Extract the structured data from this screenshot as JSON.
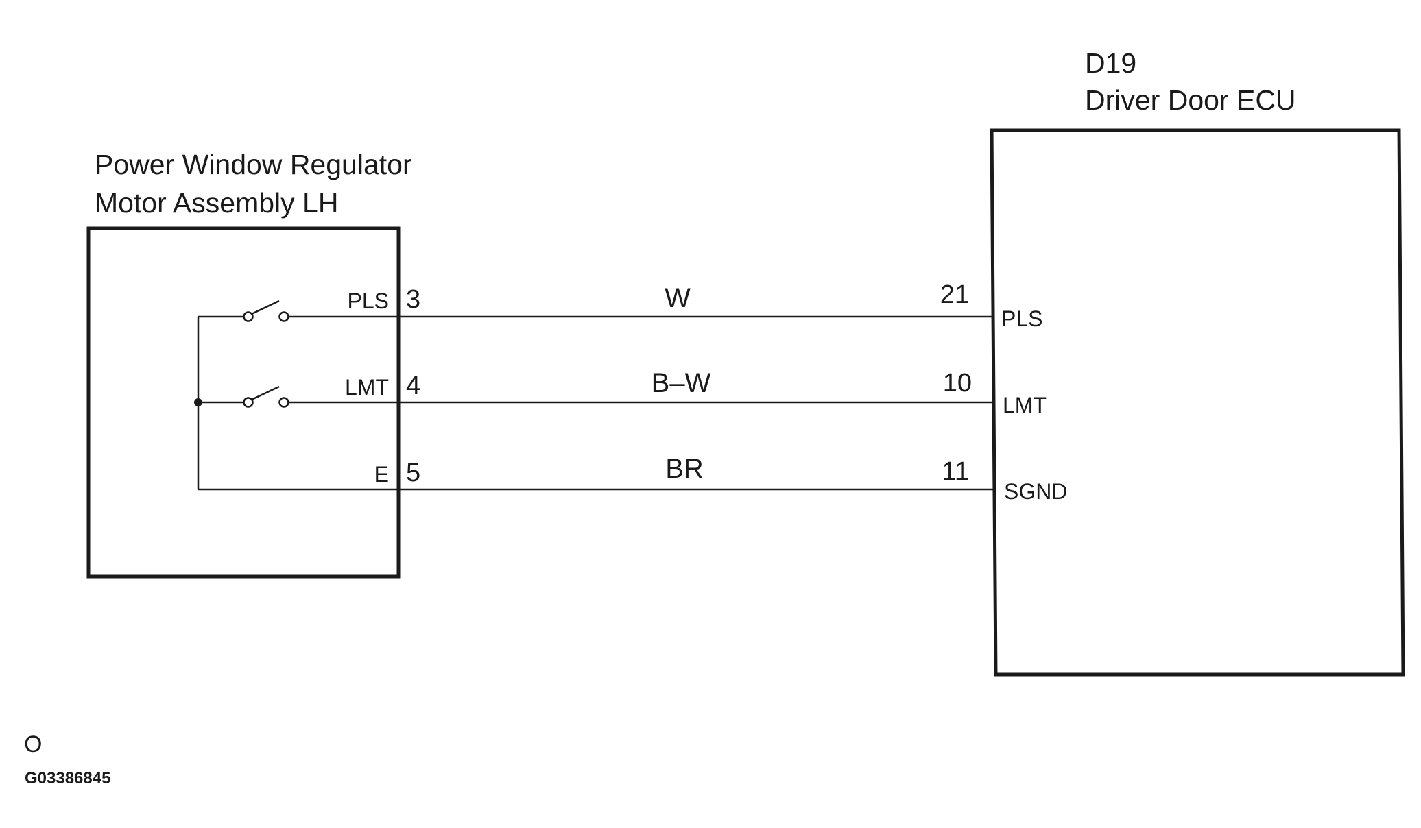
{
  "motor": {
    "title_line1": "Power Window Regulator",
    "title_line2": "Motor Assembly LH",
    "terminals": [
      {
        "signal": "PLS",
        "pin": "3"
      },
      {
        "signal": "LMT",
        "pin": "4"
      },
      {
        "signal": "E",
        "pin": "5"
      }
    ]
  },
  "ecu": {
    "code": "D19",
    "name": "Driver Door ECU",
    "terminals": [
      {
        "pin": "21",
        "signal": "PLS"
      },
      {
        "pin": "10",
        "signal": "LMT"
      },
      {
        "pin": "11",
        "signal": "SGND"
      }
    ]
  },
  "wires": [
    {
      "color_code": "W"
    },
    {
      "color_code": "B–W"
    },
    {
      "color_code": "BR"
    }
  ],
  "footer": {
    "mark": "O",
    "figure_id": "G03386845"
  }
}
